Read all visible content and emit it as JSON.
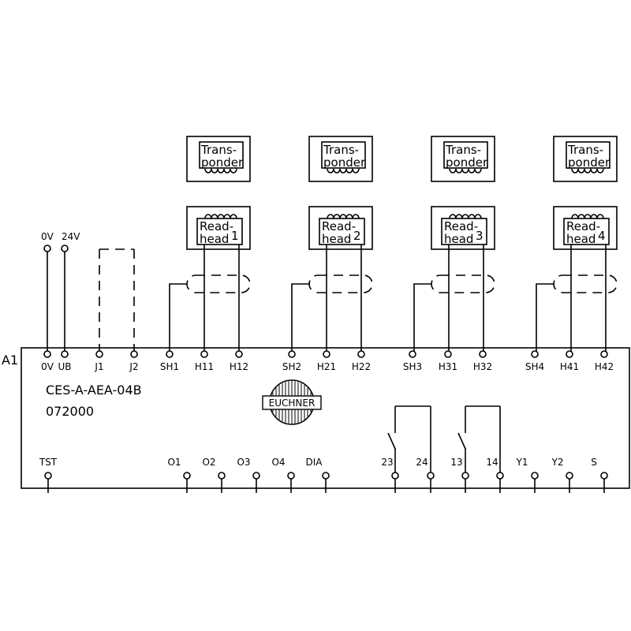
{
  "module": {
    "designator": "A1",
    "model": "CES-A-AEA-04B",
    "order_number": "072000",
    "brand": "EUCHNER"
  },
  "supply_labels": {
    "zero_v": "0V",
    "twenty_four_v": "24V"
  },
  "top_terminals": [
    "0V",
    "UB",
    "J1",
    "J2",
    "SH1",
    "H11",
    "H12",
    "SH2",
    "H21",
    "H22",
    "SH3",
    "H31",
    "H32",
    "SH4",
    "H41",
    "H42"
  ],
  "bottom_terminals": [
    "TST",
    "O1",
    "O2",
    "O3",
    "O4",
    "DIA",
    "23",
    "24",
    "13",
    "14",
    "Y1",
    "Y2",
    "S"
  ],
  "channels": [
    {
      "transponder": [
        "Trans-",
        "ponder"
      ],
      "readhead": [
        "Read-",
        "head"
      ],
      "number": "1"
    },
    {
      "transponder": [
        "Trans-",
        "ponder"
      ],
      "readhead": [
        "Read-",
        "head"
      ],
      "number": "2"
    },
    {
      "transponder": [
        "Trans-",
        "ponder"
      ],
      "readhead": [
        "Read-",
        "head"
      ],
      "number": "3"
    },
    {
      "transponder": [
        "Trans-",
        "ponder"
      ],
      "readhead": [
        "Read-",
        "head"
      ],
      "number": "4"
    }
  ]
}
